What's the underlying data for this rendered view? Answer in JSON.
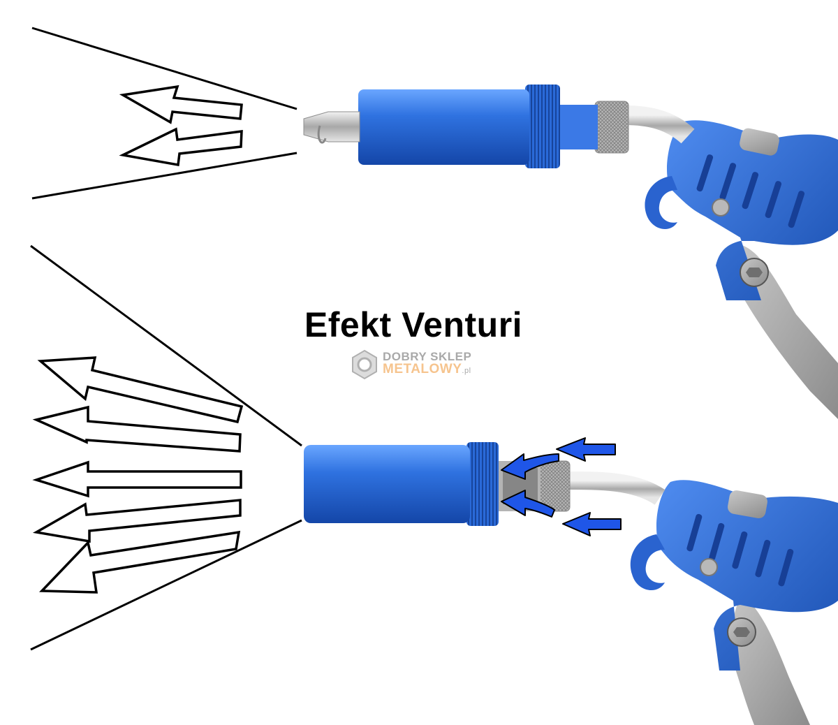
{
  "title": "Efekt Venturi",
  "watermark": {
    "line1": "DOBRY SKLEP",
    "line2": "METALOWY",
    "suffix": ".pl"
  },
  "colors": {
    "tool_blue": "#2f6fd9",
    "tool_blue_dark": "#1a4fb0",
    "metal": "#c9c9c9",
    "trigger_gray": "#a3a3a3",
    "suction_arrow": "#1f56e8",
    "outline": "#000000",
    "watermark_gray": "#a9a9a9",
    "watermark_orange": "#f6c48e"
  },
  "icons": {
    "flow_arrow": "hollow-left-arrow-icon",
    "suction_arrow": "blue-arrow-icon",
    "watermark": "hex-nut-icon"
  }
}
